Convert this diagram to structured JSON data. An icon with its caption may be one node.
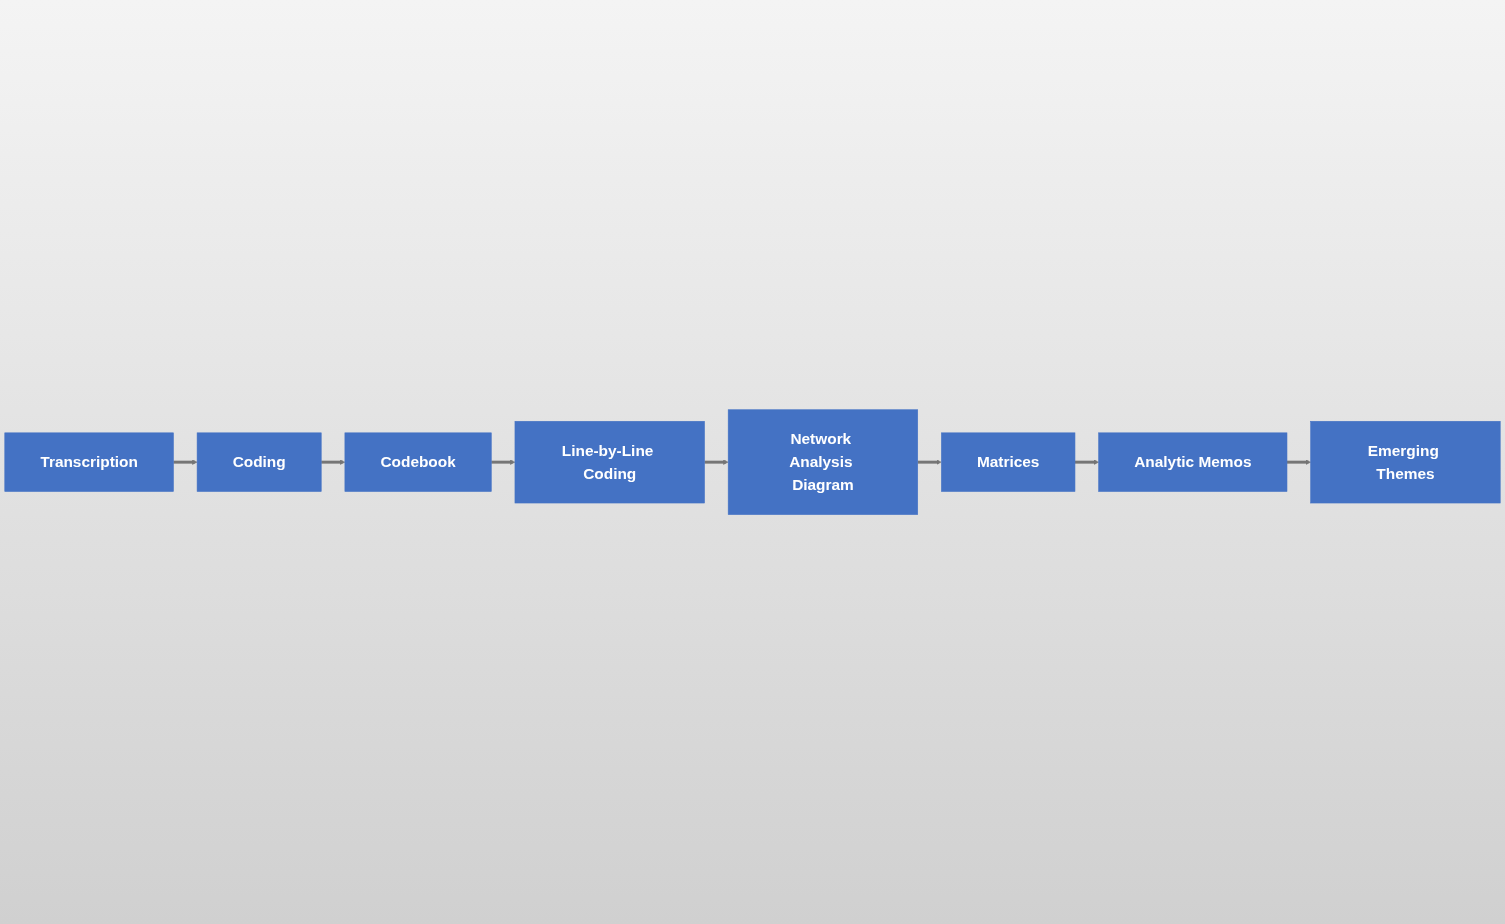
{
  "diagram": {
    "nodes": [
      {
        "text": [
          "Transcription"
        ]
      },
      {
        "text": [
          "Coding"
        ]
      },
      {
        "text": [
          "Codebook"
        ]
      },
      {
        "text": [
          "Line-by-Line Coding"
        ]
      },
      {
        "text": [
          "Emerging Themes"
        ]
      },
      {
        "text": [
          "Analytic Memos"
        ]
      },
      {
        "text": [
          "Matrices"
        ]
      },
      {
        "text": [
          "Network Analysis Diagram"
        ]
      }
    ],
    "edges": [
      {
        "from": 0,
        "to": 1,
        "arrow": "to"
      },
      {
        "from": 1,
        "to": 2,
        "arrow": "to"
      },
      {
        "from": 2,
        "to": 3,
        "arrow": "to"
      },
      {
        "from": 3,
        "to": 7,
        "arrow": "to"
      },
      {
        "from": 7,
        "to": 6,
        "arrow": "to"
      },
      {
        "from": 6,
        "to": 5,
        "arrow": "to"
      },
      {
        "from": 5,
        "to": 4,
        "arrow": "to"
      }
    ]
  }
}
